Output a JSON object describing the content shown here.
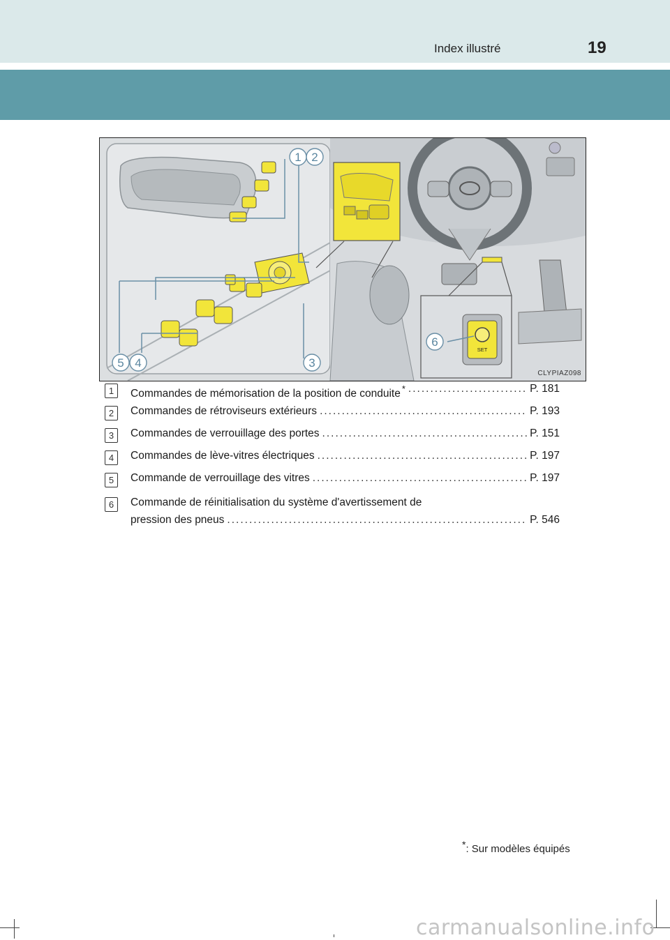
{
  "header": {
    "section_title": "Index illustré",
    "page_number": "19"
  },
  "figure": {
    "code": "CLYPIAZ098",
    "callouts": [
      "1",
      "2",
      "3",
      "4",
      "5",
      "6"
    ],
    "set_button_label": "SET"
  },
  "items": [
    {
      "number": "1",
      "text": "Commandes de mémorisation de la position de conduite",
      "star": "*",
      "ref": "P. 181"
    },
    {
      "number": "2",
      "text": "Commandes de rétroviseurs extérieurs",
      "ref": "P. 193"
    },
    {
      "number": "3",
      "text": "Commandes de verrouillage des portes",
      "ref": "P. 151"
    },
    {
      "number": "4",
      "text": "Commandes de lève-vitres électriques",
      "ref": "P. 197"
    },
    {
      "number": "5",
      "text": "Commande de verrouillage des vitres",
      "ref": "P. 197"
    },
    {
      "number": "6",
      "text_line1": "Commande de réinitialisation du système d'avertissement de",
      "text_line2": "pression des pneus",
      "ref": "P. 546"
    }
  ],
  "footnote": {
    "star": "*",
    "text": ": Sur modèles équipés"
  },
  "watermark": "carmanualsonline.info",
  "colors": {
    "header_band": "#dbe9ea",
    "teal_band": "#5f9ca8",
    "highlight_yellow": "#f2e53a"
  }
}
